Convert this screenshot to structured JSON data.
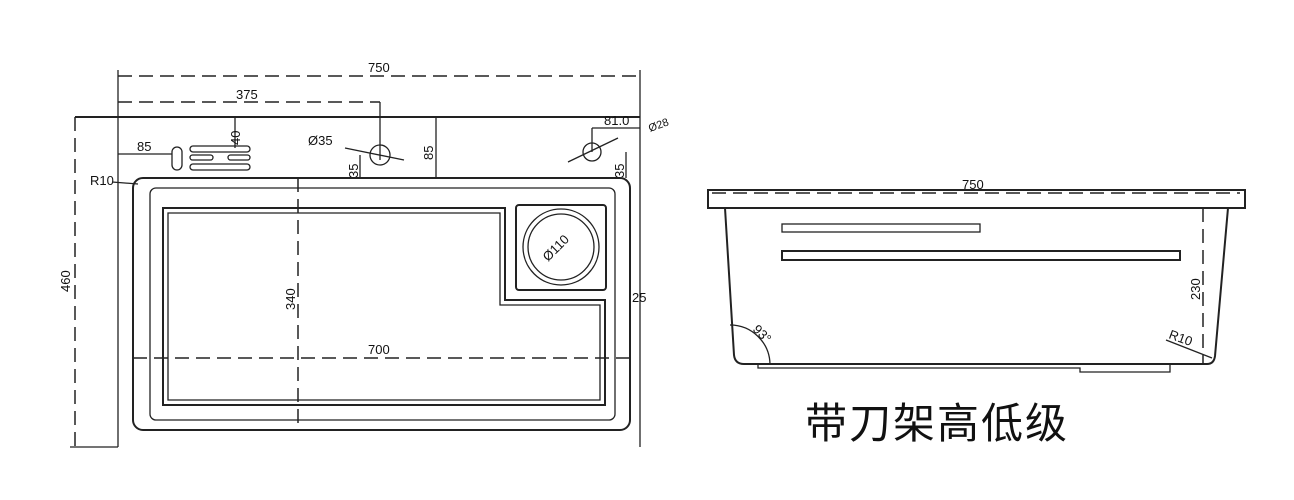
{
  "top_view": {
    "overall_width": "750",
    "faucet_offset": "375",
    "slot_depth": "40",
    "soap_offset": "85",
    "corner_radius": "R10",
    "faucet_hole": "Ø35",
    "faucet_hole_offset": "35",
    "deck_depth": "85",
    "right_hole_offset": "81.0",
    "right_hole_dia": "Ø28",
    "right_hole_depth": "35",
    "overall_depth": "460",
    "basin_depth": "340",
    "basin_width": "700",
    "drain_dia": "Ø110",
    "rim_width": "25"
  },
  "side_view": {
    "width": "750",
    "height": "230",
    "wall_angle": "93°",
    "bottom_radius": "R10"
  },
  "caption": "带刀架高低级"
}
